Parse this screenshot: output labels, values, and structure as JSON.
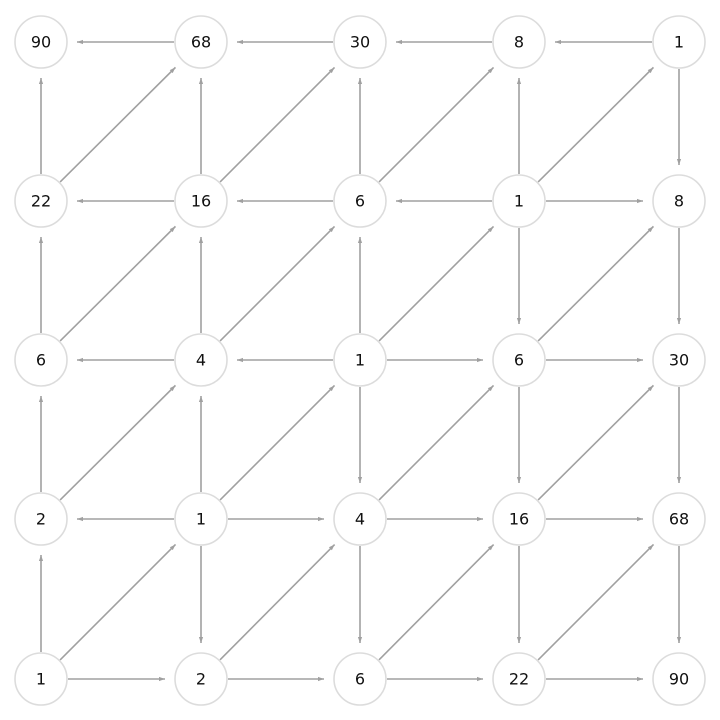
{
  "nodes": [
    {
      "id": "n00",
      "label": "90"
    },
    {
      "id": "n01",
      "label": "68"
    },
    {
      "id": "n02",
      "label": "30"
    },
    {
      "id": "n03",
      "label": "8"
    },
    {
      "id": "n04",
      "label": "1"
    },
    {
      "id": "n10",
      "label": "22"
    },
    {
      "id": "n11",
      "label": "16"
    },
    {
      "id": "n12",
      "label": "6"
    },
    {
      "id": "n13",
      "label": "1"
    },
    {
      "id": "n14",
      "label": "8"
    },
    {
      "id": "n20",
      "label": "6"
    },
    {
      "id": "n21",
      "label": "4"
    },
    {
      "id": "n22",
      "label": "1"
    },
    {
      "id": "n23",
      "label": "6"
    },
    {
      "id": "n24",
      "label": "30"
    },
    {
      "id": "n30",
      "label": "2"
    },
    {
      "id": "n31",
      "label": "1"
    },
    {
      "id": "n32",
      "label": "4"
    },
    {
      "id": "n33",
      "label": "16"
    },
    {
      "id": "n34",
      "label": "68"
    },
    {
      "id": "n40",
      "label": "1"
    },
    {
      "id": "n41",
      "label": "2"
    },
    {
      "id": "n42",
      "label": "6"
    },
    {
      "id": "n43",
      "label": "22"
    },
    {
      "id": "n44",
      "label": "90"
    }
  ],
  "edges": [
    [
      "n01",
      "n00"
    ],
    [
      "n02",
      "n01"
    ],
    [
      "n03",
      "n02"
    ],
    [
      "n04",
      "n03"
    ],
    [
      "n10",
      "n00"
    ],
    [
      "n11",
      "n01"
    ],
    [
      "n12",
      "n02"
    ],
    [
      "n13",
      "n03"
    ],
    [
      "n04",
      "n14"
    ],
    [
      "n10",
      "n01"
    ],
    [
      "n11",
      "n02"
    ],
    [
      "n12",
      "n03"
    ],
    [
      "n13",
      "n04"
    ],
    [
      "n11",
      "n10"
    ],
    [
      "n12",
      "n11"
    ],
    [
      "n13",
      "n12"
    ],
    [
      "n13",
      "n14"
    ],
    [
      "n20",
      "n10"
    ],
    [
      "n21",
      "n11"
    ],
    [
      "n22",
      "n12"
    ],
    [
      "n13",
      "n23"
    ],
    [
      "n14",
      "n24"
    ],
    [
      "n20",
      "n11"
    ],
    [
      "n21",
      "n12"
    ],
    [
      "n22",
      "n13"
    ],
    [
      "n23",
      "n14"
    ],
    [
      "n21",
      "n20"
    ],
    [
      "n22",
      "n21"
    ],
    [
      "n22",
      "n23"
    ],
    [
      "n23",
      "n24"
    ],
    [
      "n30",
      "n20"
    ],
    [
      "n31",
      "n21"
    ],
    [
      "n22",
      "n32"
    ],
    [
      "n23",
      "n33"
    ],
    [
      "n24",
      "n34"
    ],
    [
      "n30",
      "n21"
    ],
    [
      "n31",
      "n22"
    ],
    [
      "n32",
      "n23"
    ],
    [
      "n33",
      "n24"
    ],
    [
      "n31",
      "n30"
    ],
    [
      "n31",
      "n32"
    ],
    [
      "n32",
      "n33"
    ],
    [
      "n33",
      "n34"
    ],
    [
      "n40",
      "n30"
    ],
    [
      "n31",
      "n41"
    ],
    [
      "n32",
      "n42"
    ],
    [
      "n33",
      "n43"
    ],
    [
      "n34",
      "n44"
    ],
    [
      "n40",
      "n31"
    ],
    [
      "n41",
      "n32"
    ],
    [
      "n42",
      "n33"
    ],
    [
      "n43",
      "n34"
    ],
    [
      "n40",
      "n41"
    ],
    [
      "n41",
      "n42"
    ],
    [
      "n42",
      "n43"
    ],
    [
      "n43",
      "n44"
    ]
  ],
  "colors": {
    "edge": "#a0a0a0",
    "node_stroke": "#dcdcdc",
    "text": "#111111"
  }
}
